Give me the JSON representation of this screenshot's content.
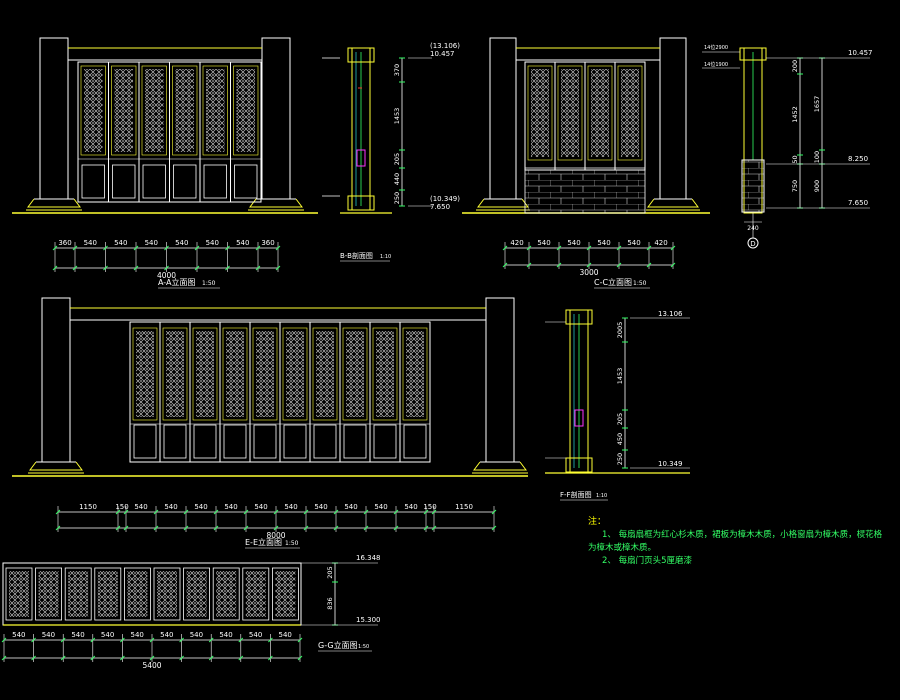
{
  "colors": {
    "background": "#000000",
    "primary": "#ffff33",
    "secondary": "#ffffff",
    "accent_green": "#33ff66",
    "accent_cyan": "#33ffff",
    "accent_magenta": "#ff33ff",
    "accent_red": "#ff3333"
  },
  "titles": {
    "elev_a": "A-A立面图",
    "elev_a_scale": "1:50",
    "elev_b": "C-C立面图",
    "elev_b_scale": "1:50",
    "elev_c": "E-E立面图",
    "elev_c_scale": "1:50",
    "elev_d": "G-G立面图",
    "elev_d_scale": "1:50",
    "sec_a": "B-B剖面图",
    "sec_a_scale": "1:10",
    "sec_c": "F-F剖面图",
    "sec_c_scale": "1:10"
  },
  "dims": {
    "a": [
      "360",
      "540",
      "540",
      "540",
      "540",
      "540",
      "540",
      "360"
    ],
    "a_total": "4000",
    "b": [
      "420",
      "540",
      "540",
      "540",
      "540",
      "420"
    ],
    "b_total": "3000",
    "c": [
      "1150",
      "150",
      "540",
      "540",
      "540",
      "540",
      "540",
      "540",
      "540",
      "540",
      "540",
      "540",
      "150",
      "1150"
    ],
    "c_total": "8000",
    "d": [
      "540",
      "540",
      "540",
      "540",
      "540",
      "540",
      "540",
      "540",
      "540",
      "540"
    ],
    "d_total": "5400"
  },
  "levels": {
    "sec_a_top1": "(13.106)",
    "sec_a_top2": "10.457",
    "sec_a_bot1": "(10.349)",
    "sec_a_bot2": "7.650",
    "sec_b_top": "10.457",
    "sec_b_mid": "8.250",
    "sec_b_bot": "7.650",
    "sec_c_top": "13.106",
    "sec_c_bot": "10.349",
    "sec_d_top": "16.348",
    "sec_d_bot": "15.300"
  },
  "vdims": {
    "sec_a": [
      "370",
      "1453",
      "205",
      "440",
      "250"
    ],
    "sec_b": [
      "200",
      "1452",
      "1657",
      "50",
      "100",
      "750",
      "900"
    ],
    "sec_b_width": "240",
    "sec_c": [
      "2005",
      "1453",
      "205",
      "450",
      "250"
    ],
    "sec_d": [
      "205",
      "836"
    ]
  },
  "markers": {
    "grid_d": "D",
    "sec_b_tag1": "14位2900",
    "sec_b_tag2": "14位1900"
  },
  "notes": {
    "head": "注：",
    "line1": "1、 每扇扇框为红心杉木质，裙板为樟木木质，小格窗扇为樟木质，棂花格",
    "line2": "为樟木或樟木质。",
    "line3": "2、 每扇门页头5厘磨漆"
  }
}
